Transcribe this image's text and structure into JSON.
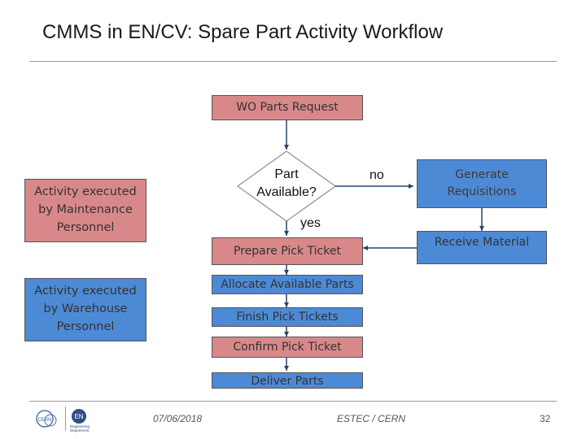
{
  "title": "CMMS in EN/CV: Spare Part Activity Workflow",
  "legend": {
    "maintenance": "Activity executed by Maintenance Personnel",
    "warehouse": "Activity executed by Warehouse Personnel"
  },
  "steps": {
    "wo_parts_request": "WO Parts Request",
    "part_available": "Part Available?",
    "generate_requisitions": "Generate Requisitions",
    "receive_material": "Receive Material",
    "prepare_pick_ticket": "Prepare Pick Ticket",
    "allocate_available_parts": "Allocate Available Parts",
    "finish_pick_tickets": "Finish Pick Tickets",
    "confirm_pick_ticket": "Confirm Pick Ticket",
    "deliver_parts": "Deliver Parts"
  },
  "branch_labels": {
    "no": "no",
    "yes": "yes"
  },
  "colors": {
    "maintenance": "#d9888a",
    "warehouse": "#4d8ad6",
    "arrow": "#27466b"
  },
  "footer": {
    "date": "07/06/2018",
    "org": "ESTEC / CERN",
    "page": "32"
  },
  "logos": {
    "cern": "CERN",
    "en": "EN",
    "en_text": "Engineering Department"
  }
}
